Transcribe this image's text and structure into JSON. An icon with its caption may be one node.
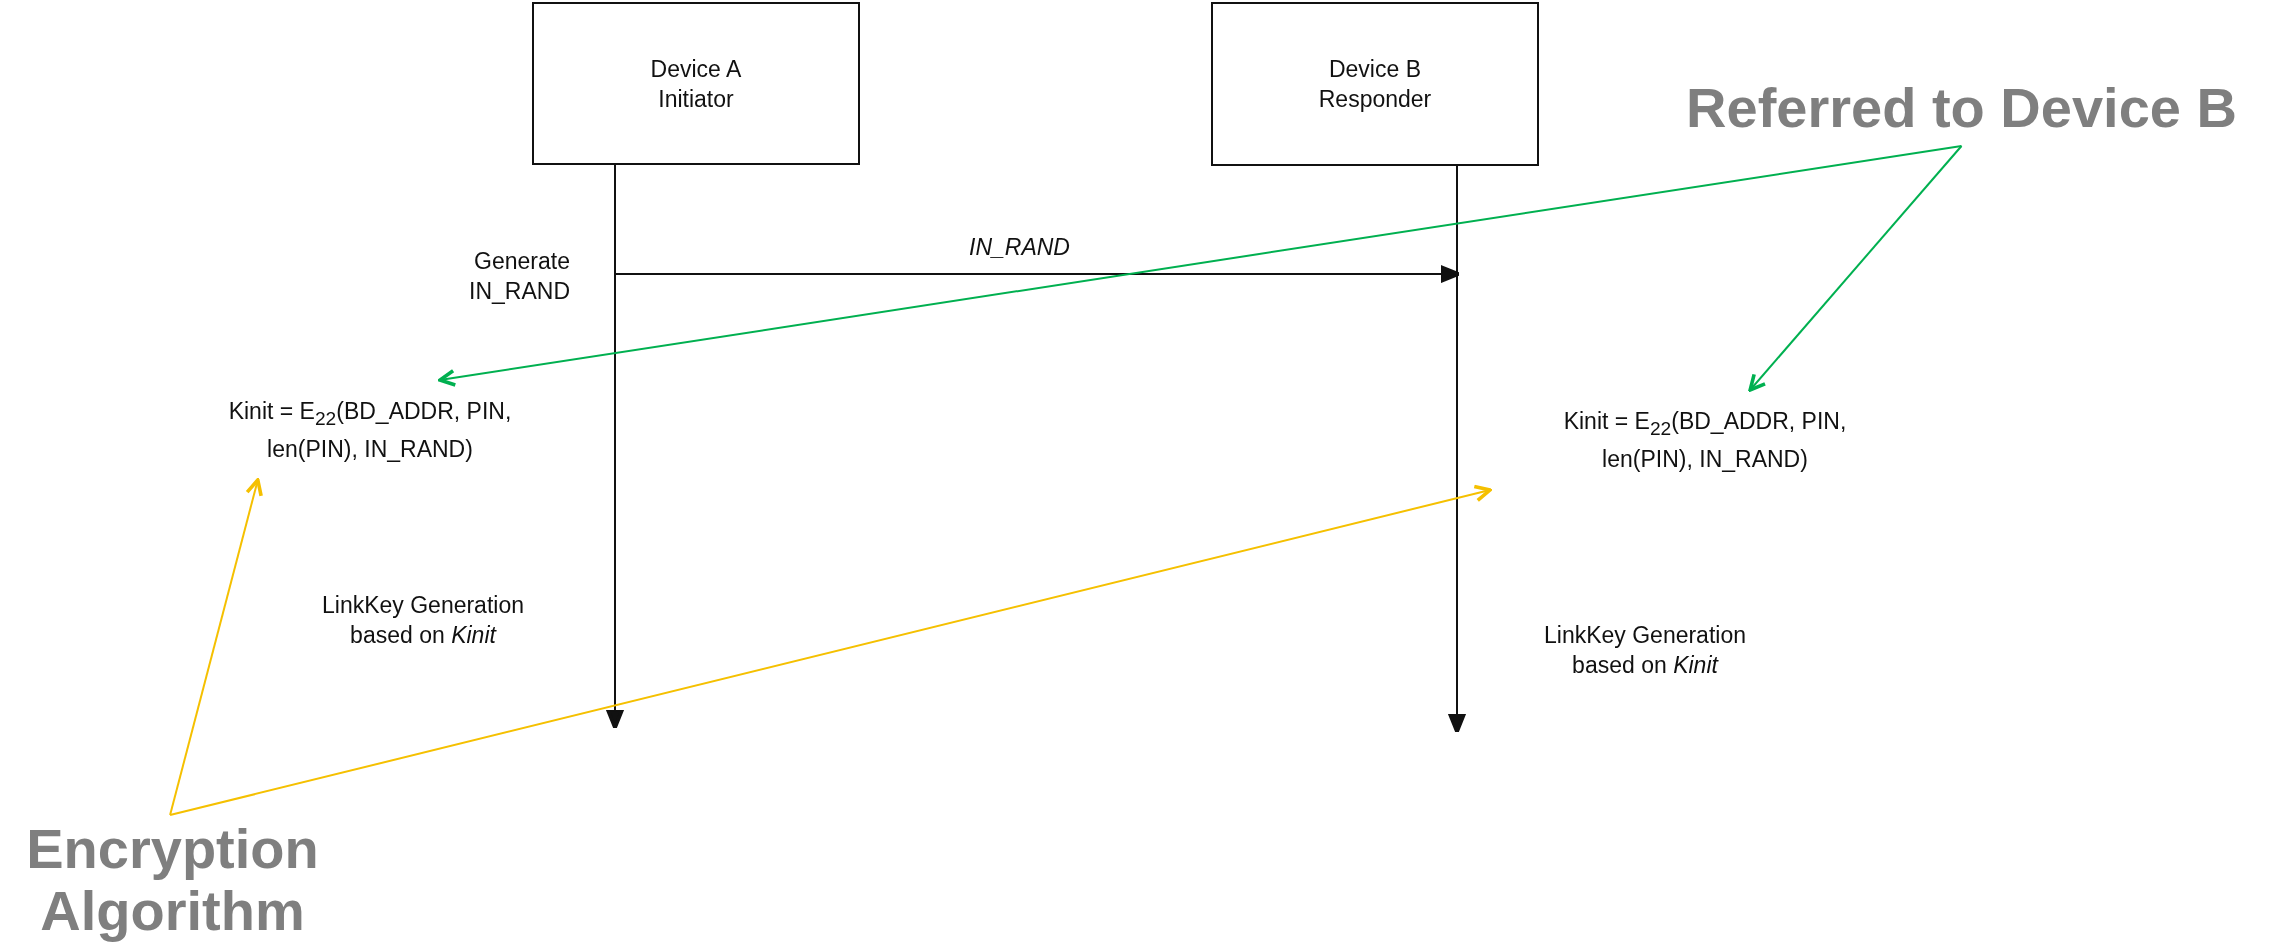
{
  "diagram": {
    "nodes": [
      {
        "text": [
          "Device A Initiator"
        ]
      },
      {
        "text": [
          "Device B Responder"
        ]
      },
      {
        "text": [
          "Generate IN_RAND"
        ]
      },
      {
        "text": [
          "Kinit = E$_{22}$(BD_ADDR,  PIN, len(PIN), IN_RAND)"
        ]
      },
      {
        "text": [
          "Kinit = E$_{22}$(BD_ADDR,  PIN, len(PIN), IN_RAND)"
        ]
      },
      {
        "text": [
          "LinkKey Generation based on *Kinit*"
        ]
      },
      {
        "text": [
          "LinkKey Generation based on *Kinit*"
        ]
      },
      {
        "text": [
          "Referred to Device B"
        ]
      },
      {
        "text": [
          "Encryption Algorithm"
        ]
      }
    ],
    "edges": [
      {
        "from": 0,
        "to": null,
        "arrow": "to"
      },
      {
        "from": 1,
        "to": null,
        "arrow": "to"
      },
      {
        "from": 0,
        "to": 1,
        "arrow": "to",
        "label": "IN_RAND"
      },
      {
        "from": 7,
        "to": 3,
        "arrow": "to",
        "color": "#00b050"
      },
      {
        "from": 7,
        "to": 4,
        "arrow": "to",
        "color": "#00b050"
      },
      {
        "from": 8,
        "to": 3,
        "arrow": "to",
        "color": "#f5c000"
      },
      {
        "from": 8,
        "to": 4,
        "arrow": "to",
        "color": "#f5c000"
      }
    ]
  }
}
